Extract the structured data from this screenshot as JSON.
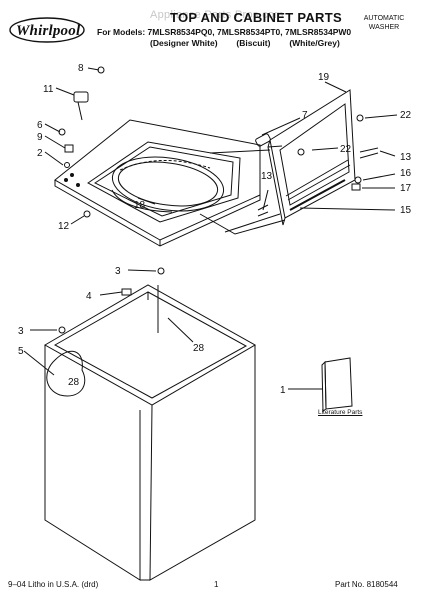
{
  "header": {
    "brand": "Whirlpool",
    "watermark": "Appliance Parts Pros.com",
    "title": "TOP AND CABINET PARTS",
    "models_line": "For Models: 7MLSR8534PQ0, 7MLSR8534PT0, 7MLSR8534PW0",
    "variants_line": "(Designer White)        (Biscuit)        (White/Grey)",
    "appliance_type": [
      "AUTOMATIC",
      "WASHER"
    ]
  },
  "callouts": [
    "8",
    "11",
    "6",
    "9",
    "2",
    "12",
    "7",
    "19",
    "22",
    "22",
    "13",
    "13",
    "16",
    "17",
    "15",
    "18",
    "3",
    "4",
    "3",
    "5",
    "28",
    "28",
    "1"
  ],
  "literature_label": "Literature Parts",
  "footer": {
    "litho": "9–04 Litho in U.S.A. (drd)",
    "page": "1",
    "part_no": "Part No. 8180544"
  }
}
